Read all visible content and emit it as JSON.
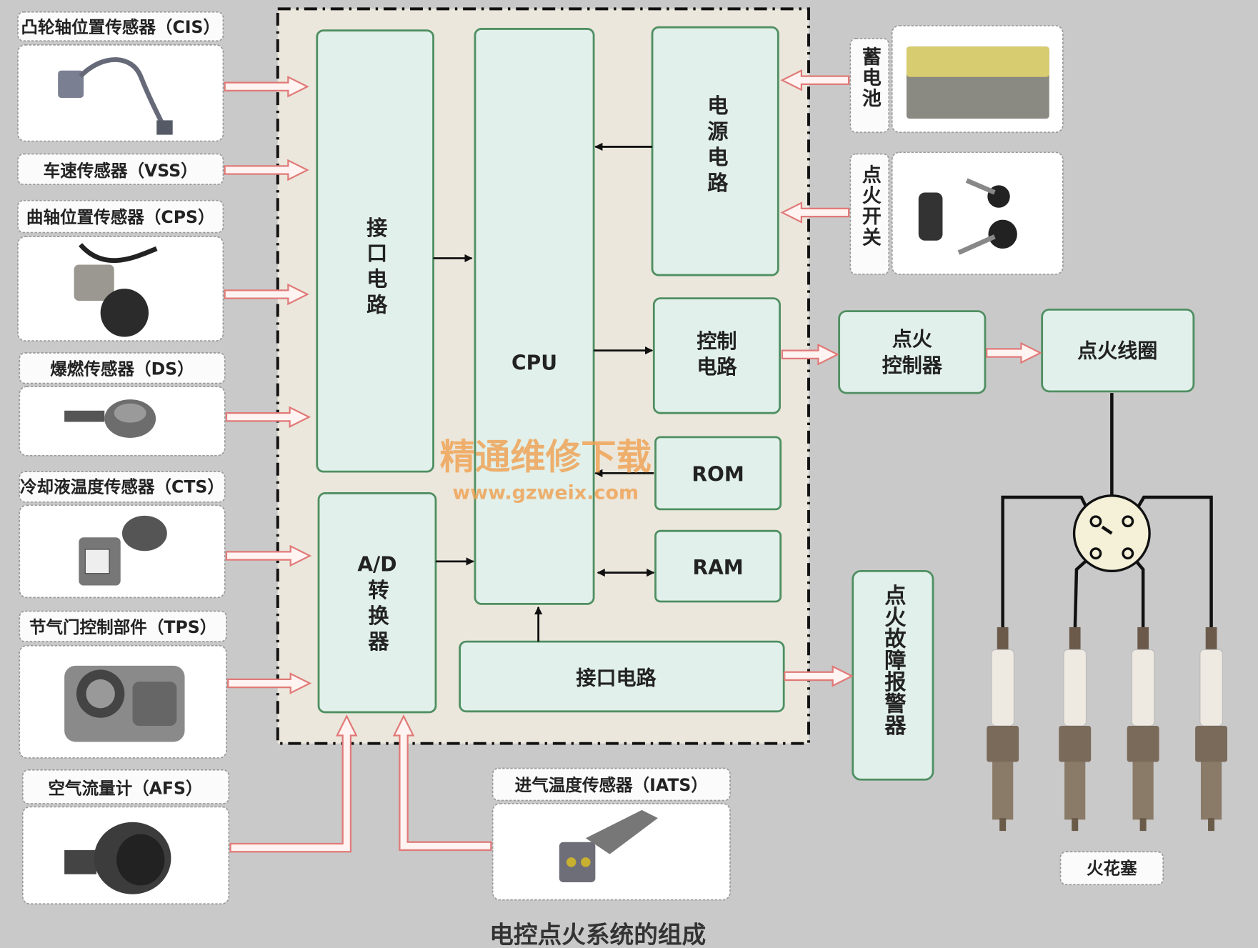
{
  "caption": "电控点火系统的组成",
  "ecu": {
    "interface_left": "接口电路",
    "cpu": "CPU",
    "power_circuit": "电源电路",
    "control_circuit": "控制电路",
    "rom": "ROM",
    "ram": "RAM",
    "ad_converter_top": "A/D",
    "ad_converter_bottom": "转换器",
    "interface_bottom": "接口电路"
  },
  "sensors": [
    {
      "label": "凸轮轴位置传感器（CIS）"
    },
    {
      "label": "车速传感器（VSS）"
    },
    {
      "label": "曲轴位置传感器（CPS）"
    },
    {
      "label": "爆燃传感器（DS）"
    },
    {
      "label": "冷却液温度传感器（CTS）"
    },
    {
      "label": "节气门控制部件（TPS）"
    },
    {
      "label": "空气流量计（AFS）"
    },
    {
      "label": "进气温度传感器（IATS）"
    }
  ],
  "inputs_right": {
    "battery": "蓄电池",
    "ignition_switch": "点火开关"
  },
  "outputs": {
    "ignition_controller_line1": "点火",
    "ignition_controller_line2": "控制器",
    "ignition_coil": "点火线圈",
    "fault_alarm": "点火故障报警器",
    "spark_plug": "火花塞"
  },
  "watermark": {
    "text": "精通维修下载",
    "url": "www.gzweix.com"
  },
  "colors": {
    "box_fill": "#e1f0ea",
    "box_stroke": "#4f8f62",
    "ecu_area": "#ebe7dc",
    "signal_arrow": "#e07a78",
    "watermark": "#f0a050"
  }
}
